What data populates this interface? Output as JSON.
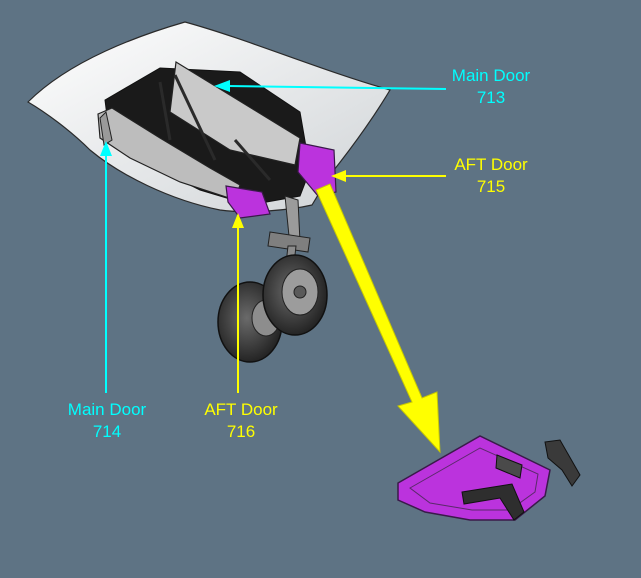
{
  "colors": {
    "background": "#5e7384",
    "cyan": "#00ffff",
    "yellow": "#ffff00",
    "magenta": "#bb33dd"
  },
  "labels": {
    "main_door_713": {
      "name": "Main Door",
      "number": "713",
      "color": "#00ffff"
    },
    "aft_door_715": {
      "name": "AFT Door",
      "number": "715",
      "color": "#ffff00"
    },
    "main_door_714": {
      "name": "Main Door",
      "number": "714",
      "color": "#00ffff"
    },
    "aft_door_716": {
      "name": "AFT Door",
      "number": "716",
      "color": "#ffff00"
    }
  }
}
